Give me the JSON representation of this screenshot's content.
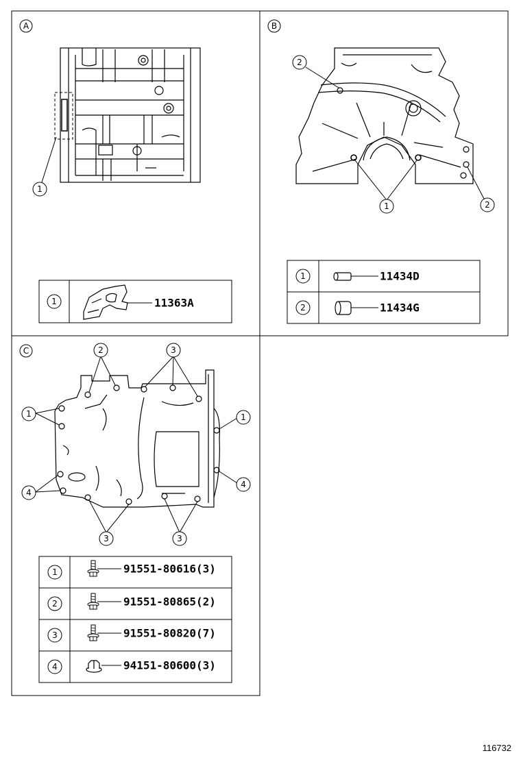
{
  "figure_id": "116732",
  "panels": {
    "A": {
      "letter": "A",
      "callouts": [
        "1"
      ],
      "table": [
        {
          "num": "1",
          "part": "11363A"
        }
      ]
    },
    "B": {
      "letter": "B",
      "callouts": [
        "2",
        "1",
        "2"
      ],
      "table": [
        {
          "num": "1",
          "part": "11434D"
        },
        {
          "num": "2",
          "part": "11434G"
        }
      ]
    },
    "C": {
      "letter": "C",
      "callouts": [
        "2",
        "3",
        "1",
        "1",
        "4",
        "4",
        "3",
        "3"
      ],
      "table": [
        {
          "num": "1",
          "part": "91551-80616(3)"
        },
        {
          "num": "2",
          "part": "91551-80865(2)"
        },
        {
          "num": "3",
          "part": "91551-80820(7)"
        },
        {
          "num": "4",
          "part": "94151-80600(3)"
        }
      ]
    }
  }
}
